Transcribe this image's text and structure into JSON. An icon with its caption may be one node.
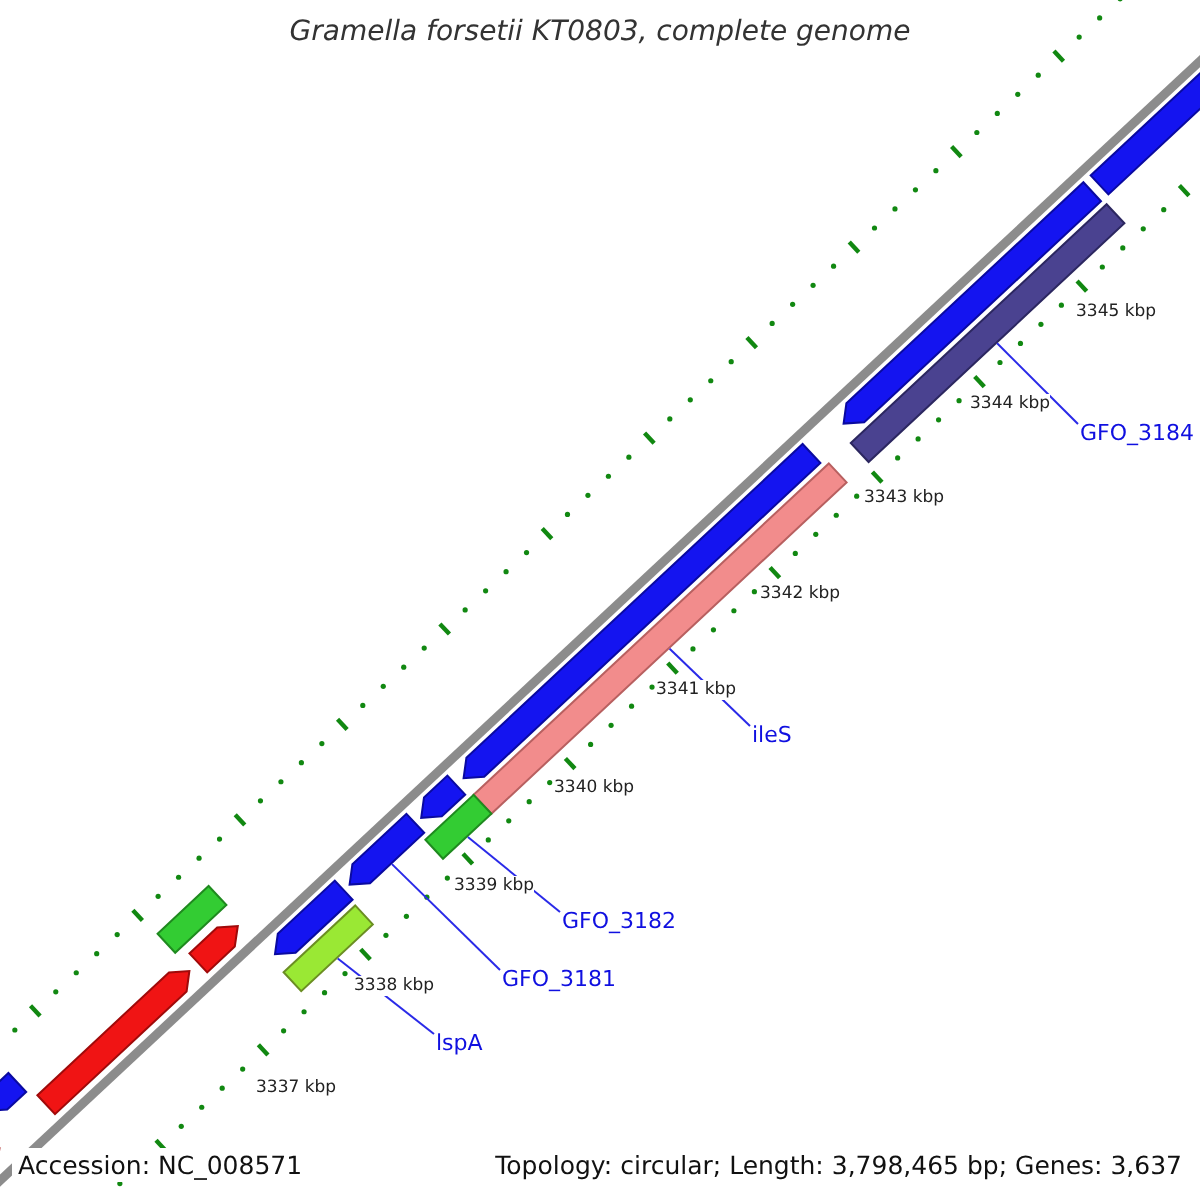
{
  "diagram": {
    "title": "Gramella forsetii KT0803, complete genome",
    "nodes": [
      {
        "text": [
          "GFO_3184"
        ]
      },
      {
        "text": [],
        "shape": "bar"
      },
      {
        "text": [
          "ileS"
        ]
      },
      {
        "text": [],
        "shape": "bar"
      },
      {
        "text": [
          "GFO_3182"
        ]
      },
      {
        "text": [],
        "shape": "bar"
      },
      {
        "text": [
          "GFO_3181"
        ]
      },
      {
        "text": [],
        "shape": "arrow"
      },
      {
        "text": [
          "lspA"
        ]
      },
      {
        "text": [],
        "shape": "bar"
      },
      {
        "text": [],
        "shape": "arrow"
      },
      {
        "text": [],
        "shape": "arrow"
      },
      {
        "text": [],
        "shape": "arrow"
      },
      {
        "text": [],
        "shape": "arrow"
      },
      {
        "text": [],
        "shape": "bar"
      },
      {
        "text": [],
        "shape": "arrow"
      },
      {
        "text": [],
        "shape": "arrow"
      },
      {
        "text": [],
        "shape": "arrow"
      },
      {
        "text": [],
        "shape": "arrow"
      },
      {
        "text": [],
        "shape": "arrow"
      }
    ],
    "edges": [
      {
        "from": 0,
        "to": 1,
        "arrow": "none"
      },
      {
        "from": 2,
        "to": 3,
        "arrow": "none"
      },
      {
        "from": 4,
        "to": 5,
        "arrow": "none"
      },
      {
        "from": 6,
        "to": 7,
        "arrow": "none"
      },
      {
        "from": 8,
        "to": 9,
        "arrow": "none"
      }
    ],
    "labels": [
      "3345 kbp",
      "3344 kbp",
      "3343 kbp",
      "3342 kbp",
      "3341 kbp",
      "3340 kbp",
      "3339 kbp",
      "3338 kbp",
      "3337 kbp",
      "Accession: NC_008571",
      "Topology: circular; Length: 3,798,465 bp; Genes: 3,637"
    ]
  }
}
